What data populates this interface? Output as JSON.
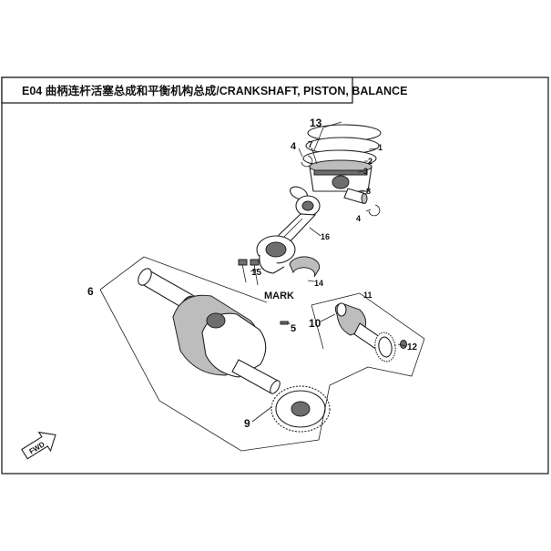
{
  "title": "E04 曲柄连杆活塞总成和平衡机构总成/CRANKSHAFT, PISTON, BALANCE",
  "callouts": {
    "c1": "1",
    "c2": "2",
    "c3": "3",
    "c4a": "4",
    "c4b": "4",
    "c5": "5",
    "c6": "6",
    "c7": "7",
    "c8": "8",
    "c9": "9",
    "c10": "10",
    "c11": "11",
    "c12": "12",
    "c13": "13",
    "c14": "14",
    "c15": "15",
    "c16": "16"
  },
  "mark_label": "MARK",
  "fwd_label": "FWD"
}
